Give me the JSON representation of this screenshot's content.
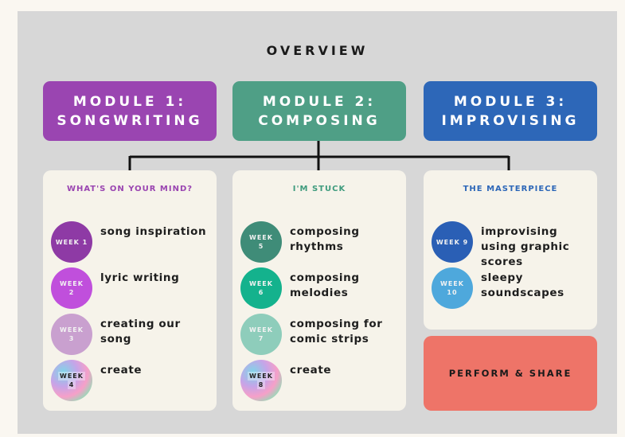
{
  "title": "OVERVIEW",
  "modules": [
    {
      "line1": "MODULE 1:",
      "line2": "SONGWRITING",
      "color": "#9a45b1"
    },
    {
      "line1": "MODULE 2:",
      "line2": "COMPOSING",
      "color": "#4f9f86"
    },
    {
      "line1": "MODULE 3:",
      "line2": "IMPROVISING",
      "color": "#2d67b8"
    }
  ],
  "cards": [
    {
      "title": "WHAT'S ON YOUR MIND?",
      "weeks": [
        {
          "badge_line1": "WEEK 1",
          "badge_line2": "",
          "color": "#8e3aa5",
          "text": "song inspiration"
        },
        {
          "badge_line1": "WEEK",
          "badge_line2": "2",
          "color": "#c04fdc",
          "text": "lyric writing"
        },
        {
          "badge_line1": "WEEK",
          "badge_line2": "3",
          "color": "#c9a0cf",
          "text": "creating our song"
        },
        {
          "badge_line1": "WEEK",
          "badge_line2": "4",
          "color": "art",
          "text": "create"
        }
      ]
    },
    {
      "title": "I'M STUCK",
      "weeks": [
        {
          "badge_line1": "WEEK",
          "badge_line2": "5",
          "color": "#3f8c78",
          "text": "composing rhythms"
        },
        {
          "badge_line1": "WEEK",
          "badge_line2": "6",
          "color": "#14b28d",
          "text": "composing melodies"
        },
        {
          "badge_line1": "WEEK",
          "badge_line2": "7",
          "color": "#8ecdbb",
          "text": "composing for comic strips"
        },
        {
          "badge_line1": "WEEK",
          "badge_line2": "8",
          "color": "art",
          "text": "create"
        }
      ]
    },
    {
      "title": "THE MASTERPIECE",
      "weeks": [
        {
          "badge_line1": "WEEK 9",
          "badge_line2": "",
          "color": "#2a5fb5",
          "text": "improvising using graphic scores"
        },
        {
          "badge_line1": "WEEK",
          "badge_line2": "10",
          "color": "#4ea8dc",
          "text": "sleepy soundscapes"
        }
      ]
    }
  ],
  "share": "PERFORM & SHARE",
  "colors": {
    "board": "#d7d7d7",
    "card": "#f6f3ea",
    "share": "#ee7468"
  }
}
